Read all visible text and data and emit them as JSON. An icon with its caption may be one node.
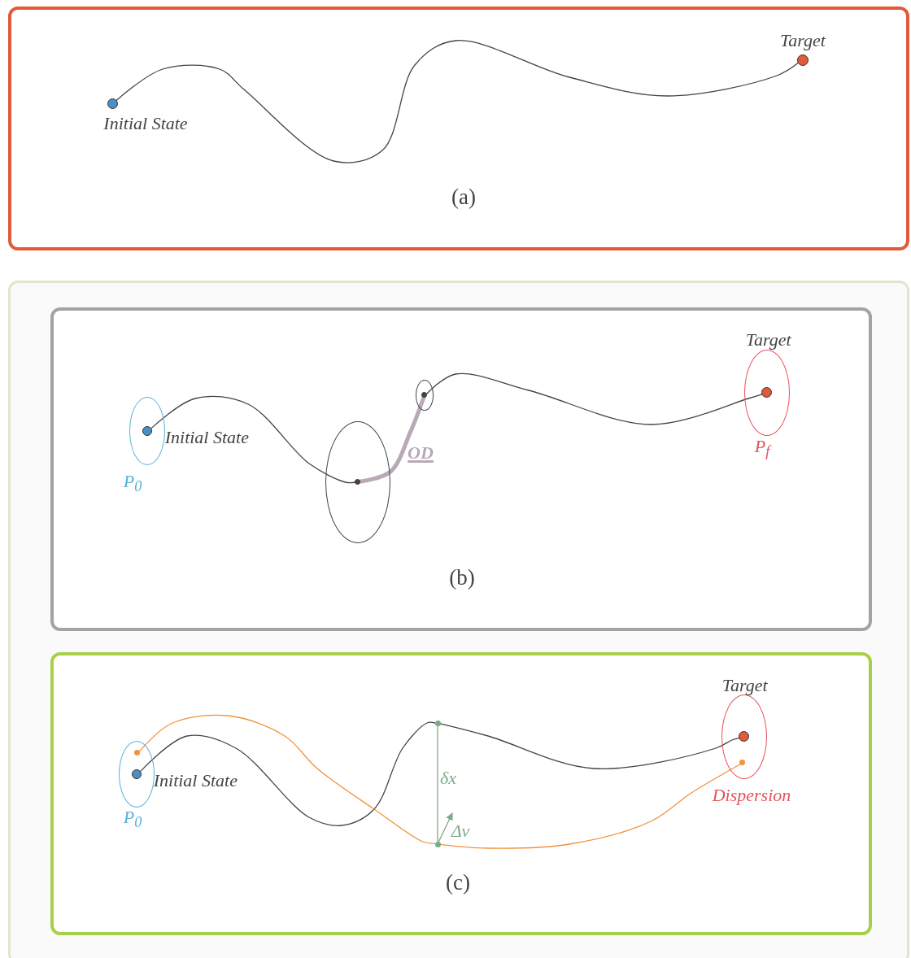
{
  "diagram": {
    "nodes": [
      {
        "text": [
          "(a)"
        ]
      },
      {
        "text": [],
        "shape": "circle",
        "in": 0,
        "beside": [
          "Initial State"
        ]
      },
      {
        "text": [],
        "shape": "circle",
        "in": 0,
        "beside": [
          "Target"
        ]
      },
      {
        "text": [],
        "shape": "box"
      },
      {
        "text": [
          "(b)"
        ],
        "in": 3
      },
      {
        "text": [],
        "shape": "ellipse",
        "in": 4,
        "beside": [
          "P$_{0}$"
        ]
      },
      {
        "text": [],
        "shape": "circle",
        "in": 5,
        "beside": [
          "Initial State"
        ]
      },
      {
        "text": [],
        "shape": "ellipse",
        "in": 4
      },
      {
        "text": [],
        "shape": "circle",
        "in": 7
      },
      {
        "text": [],
        "shape": "ellipse",
        "in": 4
      },
      {
        "text": [],
        "shape": "circle",
        "in": 9
      },
      {
        "text": [],
        "shape": "ellipse",
        "in": 4,
        "beside": [
          "P$_{f}$"
        ]
      },
      {
        "text": [],
        "shape": "circle",
        "in": 11,
        "beside": [
          "Target"
        ]
      },
      {
        "text": [
          "(c)"
        ],
        "in": 3
      },
      {
        "text": [],
        "shape": "ellipse",
        "in": 13,
        "beside": [
          "P$_{0}$"
        ]
      },
      {
        "text": [],
        "shape": "circle",
        "in": 14,
        "beside": [
          "Initial State"
        ]
      },
      {
        "text": [],
        "shape": "circle",
        "in": 14
      },
      {
        "text": [],
        "shape": "circle",
        "in": 13
      },
      {
        "text": [],
        "shape": "circle",
        "in": 13
      },
      {
        "text": [],
        "shape": "ellipse",
        "in": 13,
        "beside": [
          "Dispersion"
        ]
      },
      {
        "text": [],
        "shape": "circle",
        "in": 19,
        "beside": [
          "Target"
        ]
      },
      {
        "text": [],
        "shape": "circle",
        "in": 19
      }
    ],
    "edges": [
      {
        "from": 1,
        "to": 2,
        "arrow": "none"
      },
      {
        "from": 6,
        "to": 8,
        "arrow": "none"
      },
      {
        "from": 8,
        "to": 10,
        "arrow": "none",
        "label": "OD",
        "style": "thick",
        "color": "#b9a9b5"
      },
      {
        "from": 10,
        "to": 12,
        "arrow": "none"
      },
      {
        "from": 15,
        "to": 17,
        "arrow": "none"
      },
      {
        "from": 17,
        "to": 20,
        "arrow": "none"
      },
      {
        "from": 16,
        "to": 18,
        "arrow": "none",
        "color": "#f0933a"
      },
      {
        "from": 18,
        "to": 21,
        "arrow": "none",
        "color": "#f0933a"
      },
      {
        "from": 17,
        "to": 18,
        "arrow": "none",
        "label": "δx",
        "color": "#7aab88"
      },
      {
        "from": 18,
        "to": null,
        "arrow": "to",
        "label": "Δv",
        "color": "#7aab88"
      }
    ]
  }
}
